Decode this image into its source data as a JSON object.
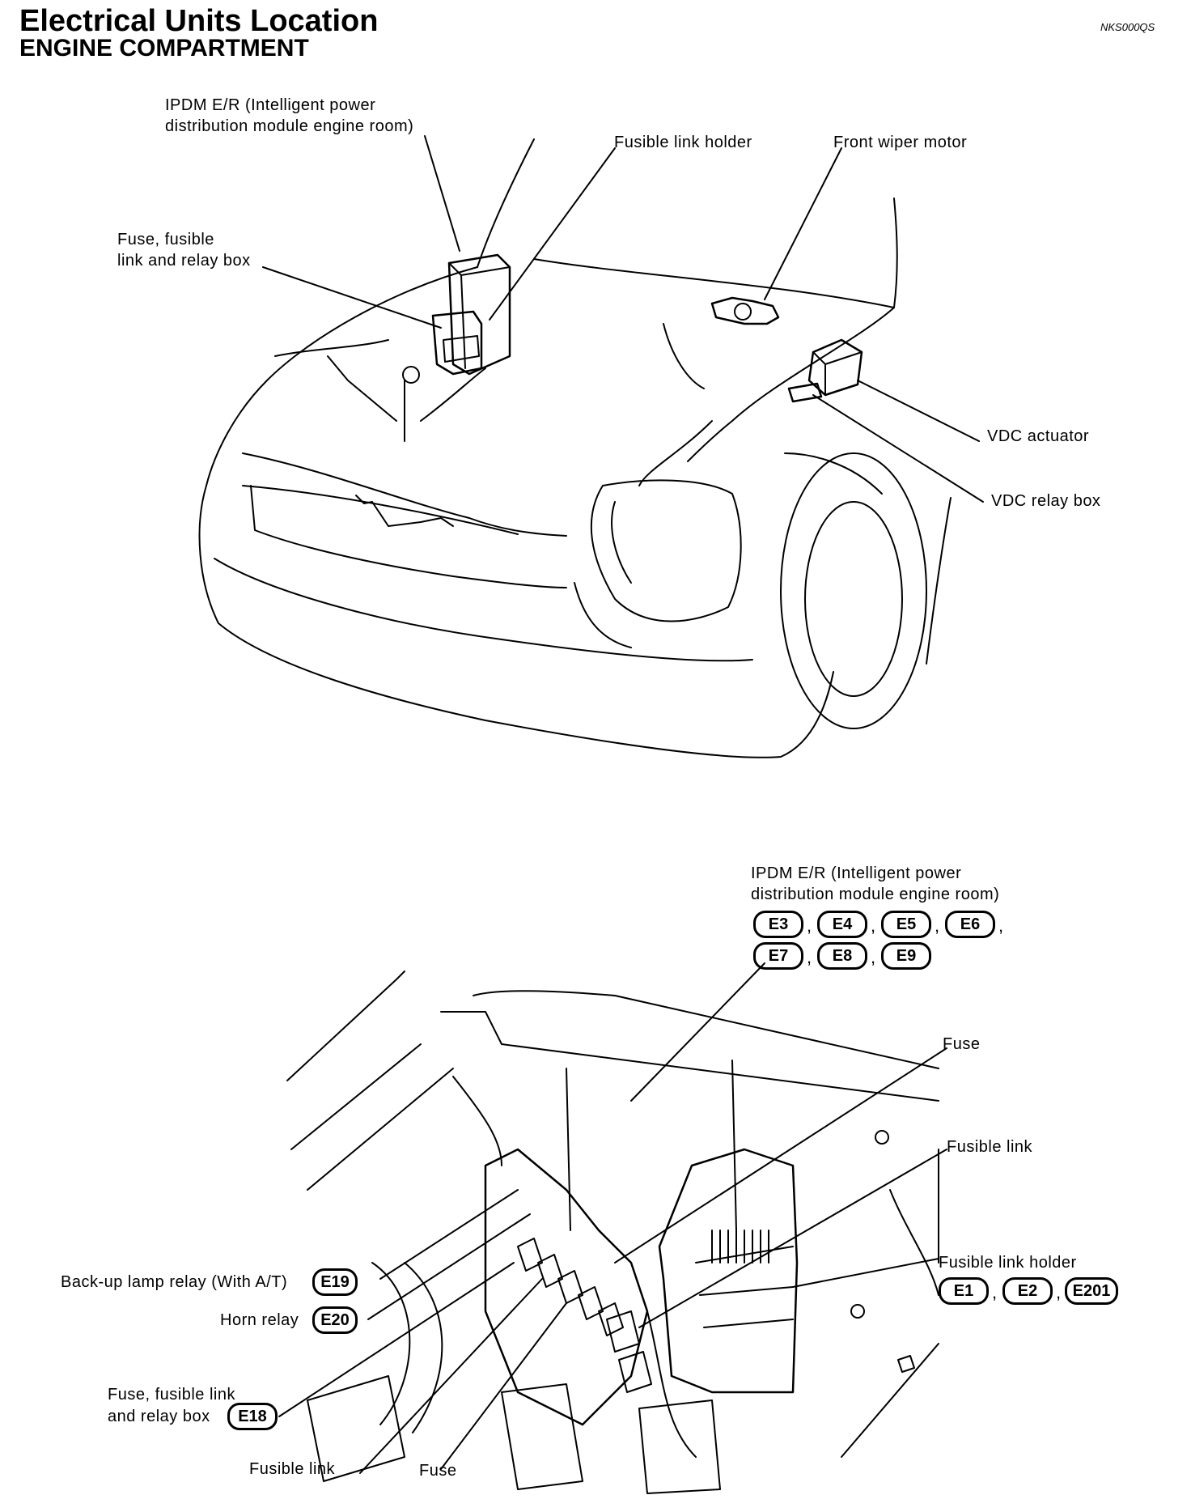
{
  "header": {
    "title": "Electrical Units Location",
    "subtitle": "ENGINE COMPARTMENT",
    "doc_id": "NKS000QS"
  },
  "top_view": {
    "ipdm_line1": "IPDM E/R (Intelligent power",
    "ipdm_line2": "distribution module engine room)",
    "fusible_link_holder": "Fusible link holder",
    "front_wiper_motor": "Front wiper motor",
    "fuse_box_line1": "Fuse, fusible",
    "fuse_box_line2": "link and relay box",
    "vdc_actuator": "VDC actuator",
    "vdc_relay_box": "VDC relay box"
  },
  "bottom_view": {
    "ipdm_line1": "IPDM E/R (Intelligent power",
    "ipdm_line2": "distribution module engine room)",
    "ipdm_connectors": [
      "E3",
      "E4",
      "E5",
      "E6",
      "E7",
      "E8",
      "E9"
    ],
    "fuse_top": "Fuse",
    "fusible_link_right": "Fusible link",
    "fusible_link_holder": "Fusible link holder",
    "holder_connectors": [
      "E1",
      "E2",
      "E201"
    ],
    "backup_lamp_relay": "Back-up lamp relay (With A/T)",
    "backup_lamp_connector": "E19",
    "horn_relay": "Horn relay",
    "horn_connector": "E20",
    "fuse_box_line1": "Fuse, fusible link",
    "fuse_box_line2": "and relay box",
    "fuse_box_connector": "E18",
    "fusible_link_bottom": "Fusible link",
    "fuse_bottom": "Fuse",
    "separator": ","
  }
}
